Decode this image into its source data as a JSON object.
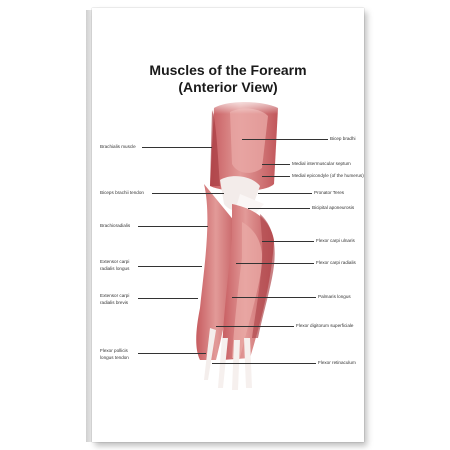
{
  "title_line1": "Muscles of the Forearm",
  "title_line2": "(Anterior View)",
  "labels_left": {
    "brachialis": "Brachialis muscle",
    "biceps_tendon": "Biceps brachii tendon",
    "brachioradialis": "Brachioradialis",
    "ecrl_1": "Extensor carpi",
    "ecrl_2": "radialis longus",
    "ecrb_1": "Extensor carpi",
    "ecrb_2": "radialis brevis",
    "fpl_1": "Flexor pollicis",
    "fpl_2": "longus tendon"
  },
  "labels_right": {
    "biceps": "Bicep bradhi",
    "medial_septum": "Medial intermuscular septum",
    "medial_epicondyle": "Medial epicondyle (of the humerus)",
    "pronator": "Pronator Teres",
    "aponeurosis": "Bicipital aponeurosis",
    "fcu": "Flexor carpi ulnaris",
    "fcr": "Flexor carpi radialis",
    "palmaris": "Palmaris longus",
    "fds": "Flexor digitorum superficiale",
    "retinaculum": "Flexor retinaculum"
  },
  "colors": {
    "muscle_dark": "#b8494e",
    "muscle_mid": "#d9777a",
    "muscle_light": "#efb7b5",
    "tendon": "#f3ecea"
  }
}
